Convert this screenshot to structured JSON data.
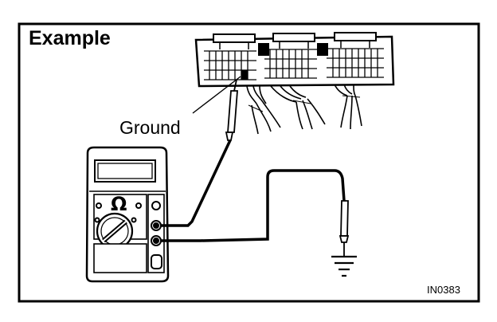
{
  "figure": {
    "title": "Example",
    "callout_label": "Ground",
    "figure_code": "IN0383",
    "meter_symbol": "Ω"
  },
  "icons": [
    "ecu-connector-icon",
    "multimeter-icon",
    "ground-symbol-icon",
    "test-probe-icon"
  ]
}
